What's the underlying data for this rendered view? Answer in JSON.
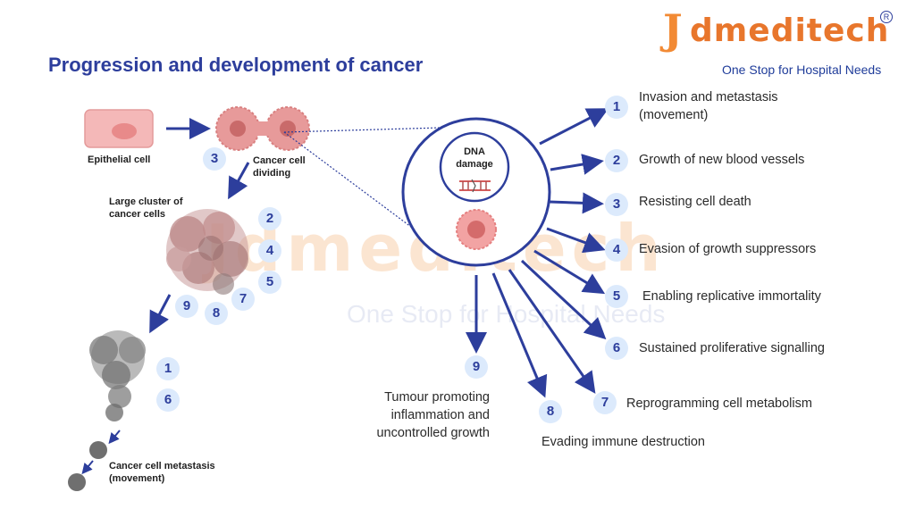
{
  "title": "Progression and development of cancer",
  "logo": {
    "name_j": "J",
    "name_rest": "dmeditech",
    "registered": "R",
    "tagline": "One Stop for Hospital Needs"
  },
  "watermark": {
    "name": "Jdmeditech",
    "tagline": "One Stop for Hospital Needs"
  },
  "left_labels": {
    "epithelial": "Epithelial cell",
    "dividing_1": "Cancer cell",
    "dividing_2": "dividing",
    "cluster_1": "Large cluster of",
    "cluster_2": "cancer cells",
    "metastasis_1": "Cancer cell metastasis",
    "metastasis_2": "(movement)"
  },
  "dna": {
    "line1": "DNA",
    "line2": "damage"
  },
  "left_numbers": {
    "dividing": "3",
    "cluster": [
      "2",
      "4",
      "5",
      "7",
      "8",
      "9"
    ],
    "grey": [
      "1",
      "6"
    ]
  },
  "hallmarks": [
    {
      "num": "1",
      "text1": "Invasion and metastasis",
      "text2": "(movement)"
    },
    {
      "num": "2",
      "text1": "Growth of new blood vessels"
    },
    {
      "num": "3",
      "text1": "Resisting cell death"
    },
    {
      "num": "4",
      "text1": "Evasion of growth suppressors"
    },
    {
      "num": "5",
      "text1": "Enabling replicative immortality"
    },
    {
      "num": "6",
      "text1": "Sustained proliferative signalling"
    },
    {
      "num": "7",
      "text1": "Reprogramming cell metabolism"
    },
    {
      "num": "8",
      "text1": "Evading immune destruction"
    },
    {
      "num": "9",
      "text1": "Tumour promoting",
      "text2": "inflammation and",
      "text3": "uncontrolled growth"
    }
  ],
  "colors": {
    "title": "#2d3e9c",
    "arrow": "#2d3e9c",
    "badge_bg": "#dceafc",
    "logo_orange": "#e8762c",
    "cell_pink": "#e7a0a0",
    "cancer_grey": "#8a8a8a"
  }
}
